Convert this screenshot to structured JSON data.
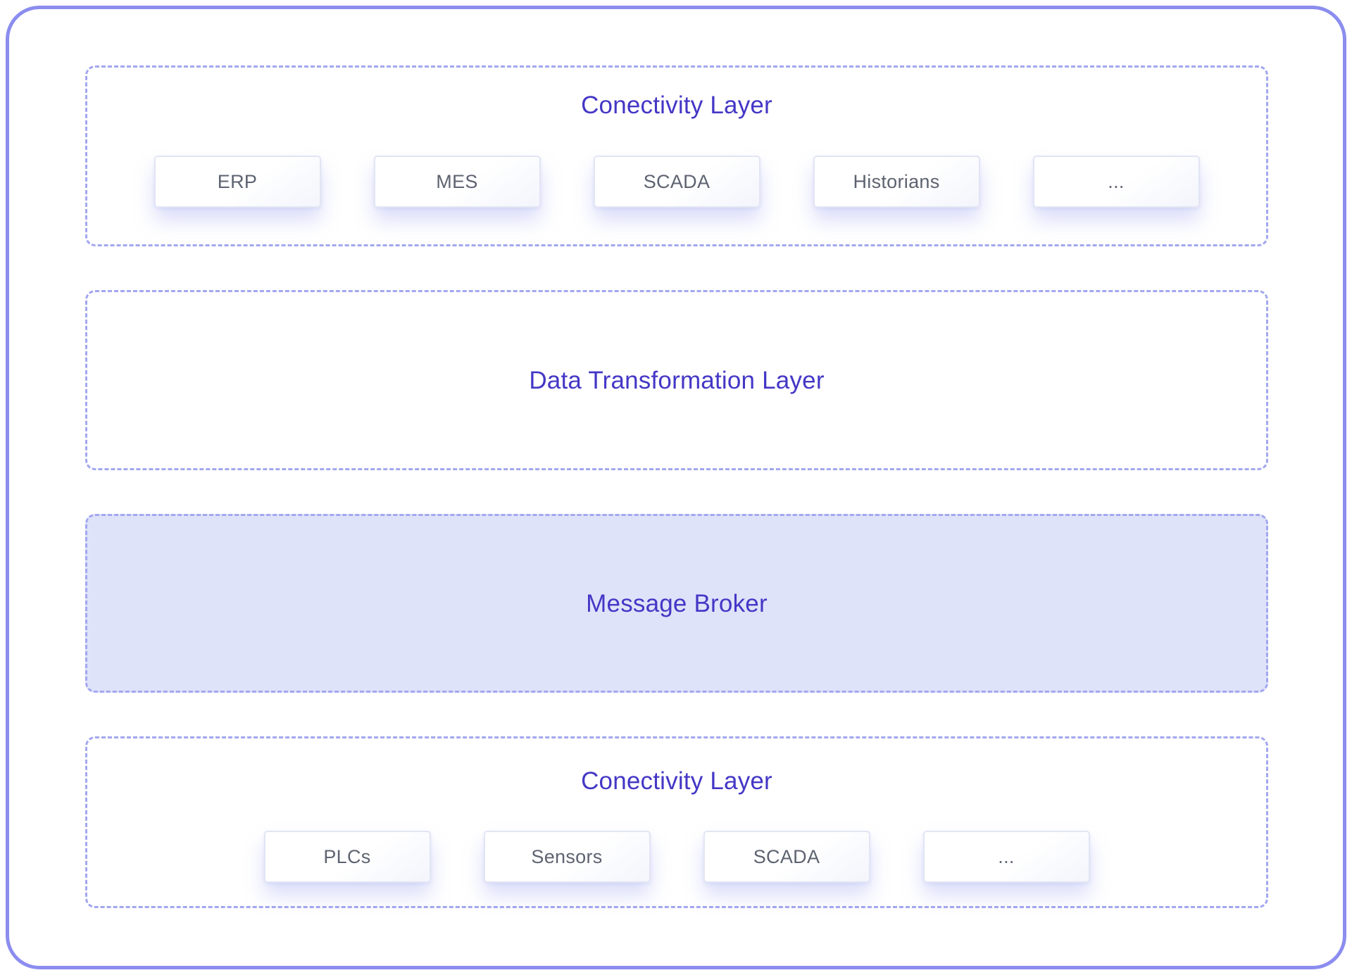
{
  "layers": [
    {
      "title": "Conectivity Layer",
      "kind": "dashed-container",
      "items": [
        "ERP",
        "MES",
        "SCADA",
        "Historians",
        "..."
      ]
    },
    {
      "title": "Data Transformation Layer",
      "kind": "dashed-container",
      "items": []
    },
    {
      "title": "Message Broker",
      "kind": "filled-band",
      "items": []
    },
    {
      "title": "Conectivity Layer",
      "kind": "dashed-container",
      "items": [
        "PLCs",
        "Sensors",
        "SCADA",
        "..."
      ]
    }
  ],
  "colors": {
    "frame_border": "#8c8def",
    "dashed_border": "#a3a7ef",
    "title_text": "#4437c6",
    "node_text": "#5d6370",
    "broker_fill": "#dfe3f9"
  }
}
